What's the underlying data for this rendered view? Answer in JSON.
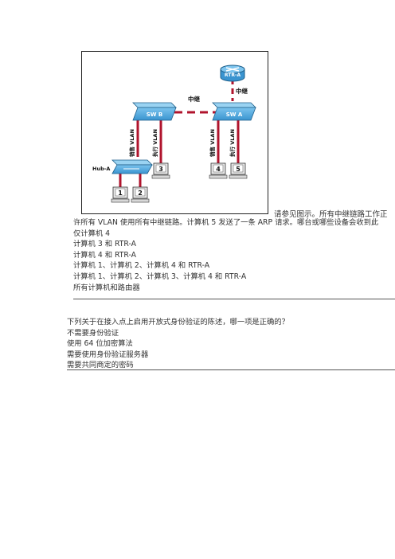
{
  "figure": {
    "devices": {
      "router": "RTR-A",
      "switch_b": "SW B",
      "switch_a": "SW A",
      "hub": "Hub-A",
      "pc1": "1",
      "pc2": "2",
      "pc3": "3",
      "pc4": "4",
      "pc5": "5"
    },
    "link_labels": {
      "trunk_swb_swa": "中继",
      "trunk_swa_rtr": "中继",
      "swb_sales_vlan": "销售 VLAN",
      "swb_exec_vlan": "执行 VLAN",
      "swa_sales_vlan": "销售 VLAN",
      "swa_exec_vlan": "执行 VLAN"
    },
    "colors": {
      "link_red": "#b0142d",
      "device_blue": "#2f8fcf"
    }
  },
  "question1": {
    "caption": "请参见图示。所有中继链路工作正",
    "stem": "许所有 VLAN 使用所有中继链路。计算机 5 发送了一条 ARP 请求。哪台或哪些设备会收到此",
    "options": [
      "仅计算机 4",
      "计算机 3 和 RTR-A",
      "计算机 4 和 RTR-A",
      "计算机 1、计算机 2、计算机 4 和 RTR-A",
      "计算机 1、计算机 2、计算机 3、计算机 4 和 RTR-A",
      "所有计算机和路由器"
    ]
  },
  "question2": {
    "stem": "下列关于在接入点上启用开放式身份验证的陈述，哪一项是正确的？",
    "options": [
      "不需要身份验证",
      "使用 64 位加密算法",
      "需要使用身份验证服务器",
      "需要共同商定的密码"
    ]
  }
}
